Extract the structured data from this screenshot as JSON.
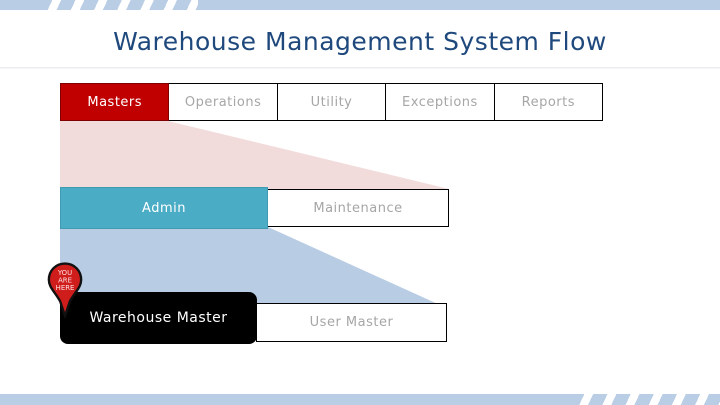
{
  "slide": {
    "title": "Warehouse Management System Flow"
  },
  "tabs": [
    {
      "label": "Masters",
      "active": true
    },
    {
      "label": "Operations",
      "active": false
    },
    {
      "label": "Utility",
      "active": false
    },
    {
      "label": "Exceptions",
      "active": false
    },
    {
      "label": "Reports",
      "active": false
    }
  ],
  "level2": [
    {
      "label": "Admin",
      "active": true
    },
    {
      "label": "Maintenance",
      "active": false
    }
  ],
  "level3": [
    {
      "label": "Warehouse Master",
      "active": true
    },
    {
      "label": "User Master",
      "active": false
    }
  ],
  "pin": {
    "line1": "YOU",
    "line2": "ARE",
    "line3": "HERE"
  },
  "colors": {
    "accent_red": "#c00000",
    "accent_teal": "#4bacc6",
    "funnel_pink": "#f2dcdb",
    "funnel_blue": "#b8cce4",
    "band_blue": "#b9cde5",
    "title_blue": "#1f497d",
    "inactive_text": "#a6a6a6",
    "highlight_black": "#000000",
    "pin_red": "#cf1d1c"
  }
}
